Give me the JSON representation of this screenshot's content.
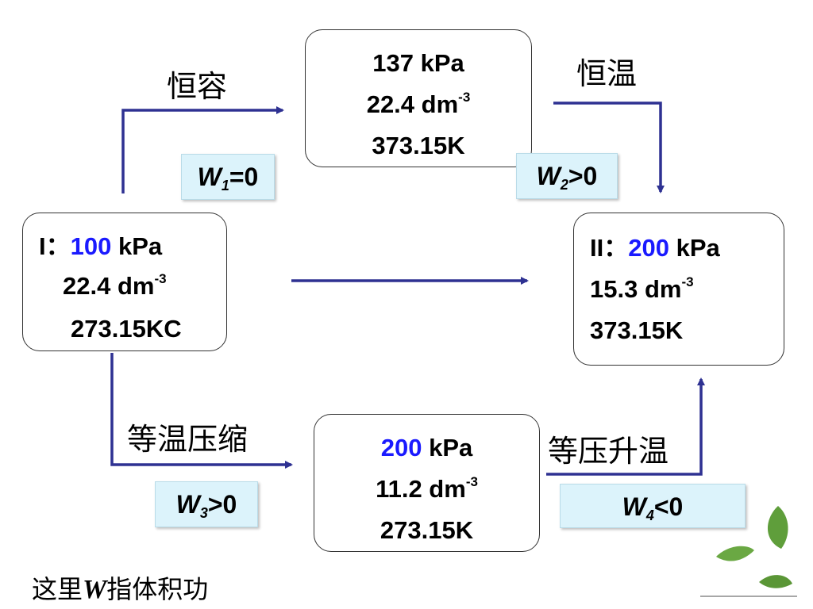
{
  "colors": {
    "arrow": "#2e3192",
    "highlight": "#1a1aff",
    "tag_bg": "#dcf3fb"
  },
  "states": {
    "initial": {
      "label": "I：",
      "pressure_value": "100",
      "pressure_unit": " kPa",
      "volume": "22.4 dm",
      "volume_exp": "-3",
      "temperature": "273.15KC"
    },
    "top": {
      "pressure": "137 kPa",
      "volume": "22.4 dm",
      "volume_exp": "-3",
      "temperature": "373.15K"
    },
    "final": {
      "label": "II：",
      "pressure_value": "200",
      "pressure_unit": " kPa",
      "volume": "15.3 dm",
      "volume_exp": "-3",
      "temperature": "373.15K"
    },
    "bottom": {
      "pressure_value": "200",
      "pressure_unit": " kPa",
      "volume": "11.2 dm",
      "volume_exp": "-3",
      "temperature": "273.15K"
    }
  },
  "processes": {
    "isochoric": "恒容",
    "isothermal": "恒温",
    "isothermal_compression": "等温压缩",
    "isobaric_heating": "等压升温"
  },
  "work": {
    "w1": {
      "symbol": "W",
      "sub": "1",
      "relation": "=0"
    },
    "w2": {
      "symbol": "W",
      "sub": "2",
      "relation": ">0"
    },
    "w3": {
      "symbol": "W",
      "sub": "3",
      "relation": ">0"
    },
    "w4": {
      "symbol": "W",
      "sub": "4",
      "relation": "<0"
    }
  },
  "note": {
    "prefix": "这里",
    "symbol": "W",
    "suffix": "指体积功"
  }
}
